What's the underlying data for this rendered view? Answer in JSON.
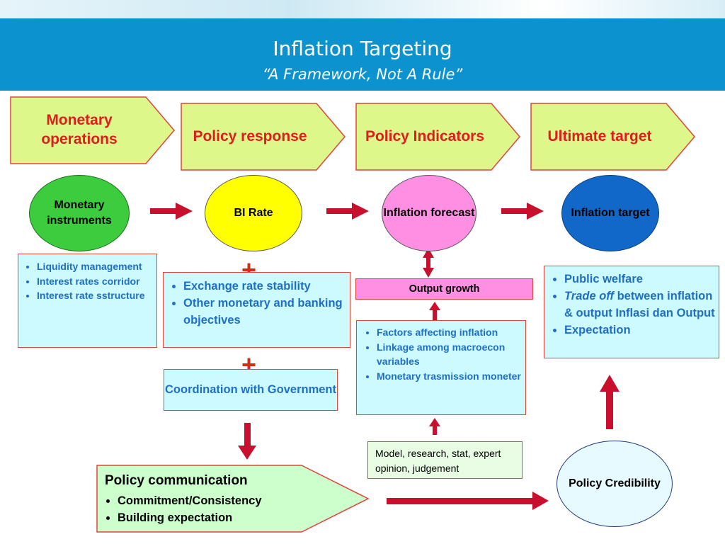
{
  "title": "Inflation Targeting",
  "subtitle": "“A Framework, Not A Rule”",
  "stages": {
    "monetary_operations": "Monetary operations",
    "policy_response": "Policy response",
    "policy_indicators": "Policy Indicators",
    "ultimate_target": "Ultimate target"
  },
  "nodes": {
    "monetary_instruments": "Monetary instruments",
    "bi_rate": "BI Rate",
    "inflation_forecast": "Inflation forecast",
    "inflation_target": "Inflation target",
    "policy_credibility": "Policy Credibility"
  },
  "instruments_list": [
    "Liquidity management",
    "Interest rates corridor",
    "Interest rate sstructure"
  ],
  "objectives_list": [
    "Exchange rate stability",
    "Other monetary and banking objectives"
  ],
  "coordination": "Coordination with Government",
  "output_growth": "Output growth",
  "factors_list": [
    "Factors affecting inflation",
    "Linkage among macroecon variables",
    "Monetary trasmission moneter"
  ],
  "model_text": "Model, research, stat, expert opinion, judgement",
  "welfare": {
    "item1": "Public welfare",
    "item2_italic": "Trade off",
    "item2_rest": " between inflation & output Inflasi dan Output",
    "item3": "Expectation"
  },
  "communication": {
    "title": "Policy communication",
    "items": [
      "Commitment/Consistency",
      "Building expectation"
    ]
  },
  "plus_sign": "+",
  "colors": {
    "header_blue": "#0c93cf",
    "stage_fill": "#ddf78a",
    "stage_text": "#e01c1c",
    "arrow_red": "#c8102e",
    "box_fill": "#ccfaff",
    "list_blue": "#1f6fc6",
    "oval_green": "#3dcc3d",
    "oval_yellow": "#ffff00",
    "oval_pink": "#ff8fe3",
    "oval_blue": "#1168c9"
  }
}
